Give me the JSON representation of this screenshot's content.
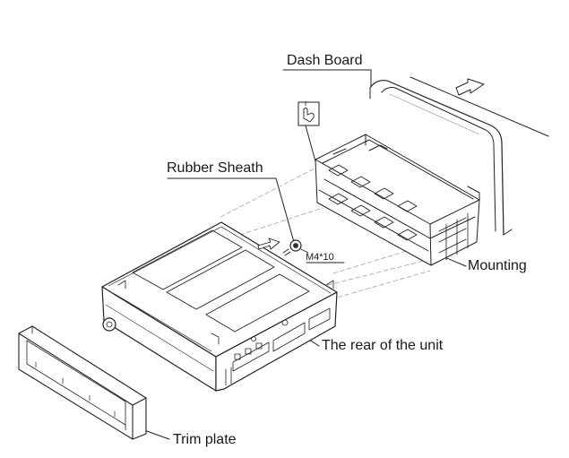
{
  "labels": {
    "dash_board": "Dash Board",
    "rubber_sheath": "Rubber Sheath",
    "mounting": "Mounting",
    "rear_of_unit": "The rear of the unit",
    "trim_plate": "Trim plate",
    "screw": "M4*10"
  }
}
